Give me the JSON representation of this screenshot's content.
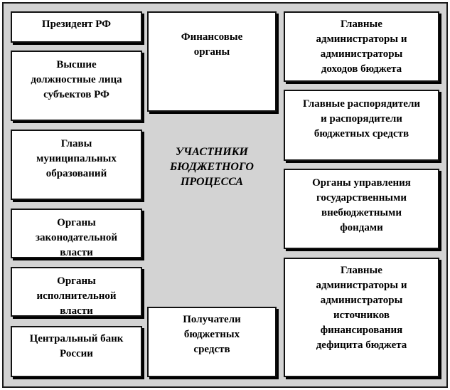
{
  "diagram": {
    "center_title": "УЧАСТНИКИ\nБЮДЖЕТНОГО\nПРОЦЕССА",
    "left_column": {
      "president": "Президент РФ",
      "officials": "Высшие\nдолжностные лица\nсубъектов РФ",
      "municipal": "Главы\nмуниципальных\nобразований",
      "legislative": "Органы\nзаконодательной\nвласти",
      "executive": "Органы\nисполнительной\nвласти",
      "central_bank": "Центральный банк\nРоссии"
    },
    "middle_column": {
      "finance": "Финансовые\nорганы",
      "recipients": "Получатели\nбюджетных\nсредств"
    },
    "right_column": {
      "revenue_admins": "Главные\nадминистраторы и\nадминистраторы\nдоходов бюджета",
      "fund_managers": "Главные распорядители\nи распорядители\nбюджетных средств",
      "offbudget_funds": "Органы управления\nгосударственными\nвнебюджетными\nфондами",
      "deficit_admins": "Главные\nадминистраторы и\nадминистраторы\nисточников\nфинансирования\nдефицита бюджета"
    }
  }
}
